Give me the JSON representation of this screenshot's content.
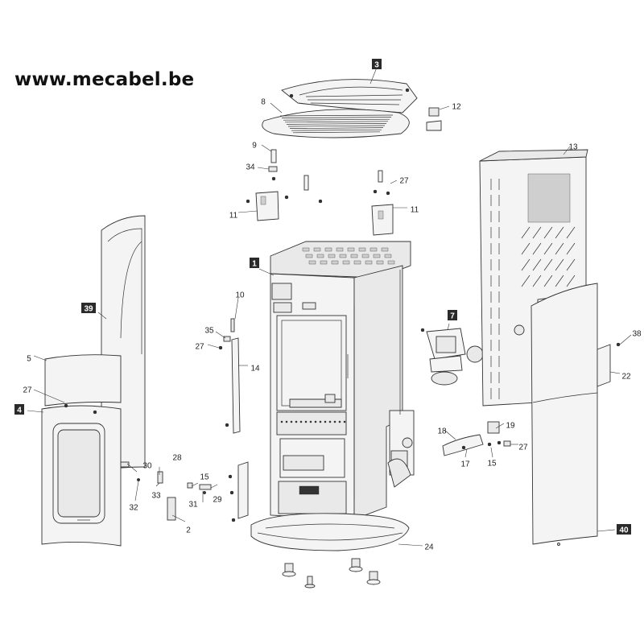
{
  "site_url": "www.mecabel.be",
  "part_labels": {
    "p1": "1",
    "p2": "2",
    "p3": "3",
    "p4": "4",
    "p5": "5",
    "p7": "7",
    "p8": "8",
    "p9": "9",
    "p10": "10",
    "p11a": "11",
    "p11b": "11",
    "p12": "12",
    "p13": "13",
    "p14": "14",
    "p15a": "15",
    "p15b": "15",
    "p17": "17",
    "p18": "18",
    "p19": "19",
    "p22": "22",
    "p24": "24",
    "p27a": "27",
    "p27b": "27",
    "p27c": "27",
    "p27d": "27",
    "p28": "28",
    "p29": "29",
    "p30": "30",
    "p31": "31",
    "p32": "32",
    "p33": "33",
    "p34": "34",
    "p35": "35",
    "p38": "38",
    "p39": "39",
    "p40": "40"
  },
  "boxed_labels": [
    "1",
    "3",
    "4",
    "7",
    "39",
    "40"
  ]
}
